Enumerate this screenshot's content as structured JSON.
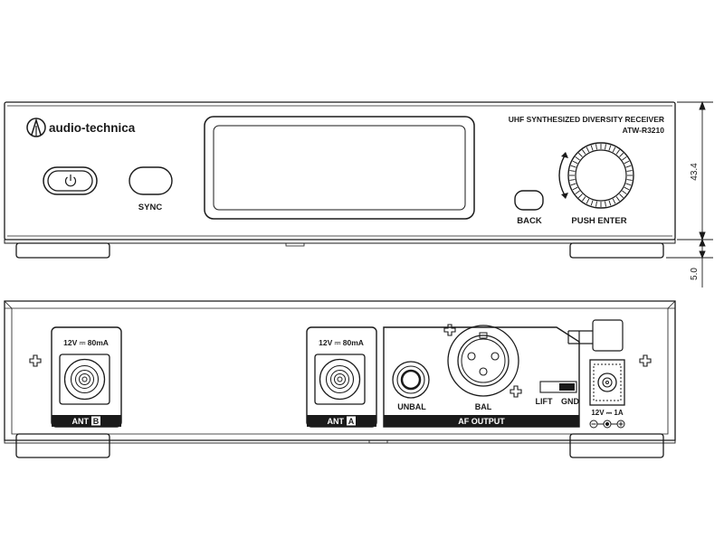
{
  "front": {
    "brand": "audio-technica",
    "model_line1": "UHF SYNTHESIZED DIVERSITY RECEIVER",
    "model_line2": "ATW-R3210",
    "sync_label": "SYNC",
    "back_label": "BACK",
    "push_enter_label": "PUSH ENTER"
  },
  "dimensions": {
    "height_main": "43.4",
    "height_feet": "5.0"
  },
  "rear": {
    "ant_b": {
      "power": "12V ⎓ 80mA",
      "label": "ANT",
      "letter": "B"
    },
    "ant_a": {
      "power": "12V ⎓ 80mA",
      "label": "ANT",
      "letter": "A"
    },
    "unbal_label": "UNBAL",
    "bal_label": "BAL",
    "lift_label": "LIFT",
    "gnd_label": "GND",
    "af_output_label": "AF OUTPUT",
    "dc_label": "12V ⎓ 1A"
  },
  "colors": {
    "line": "#1a1a1a",
    "fill_dark": "#1a1a1a",
    "fill_light": "#ffffff"
  }
}
